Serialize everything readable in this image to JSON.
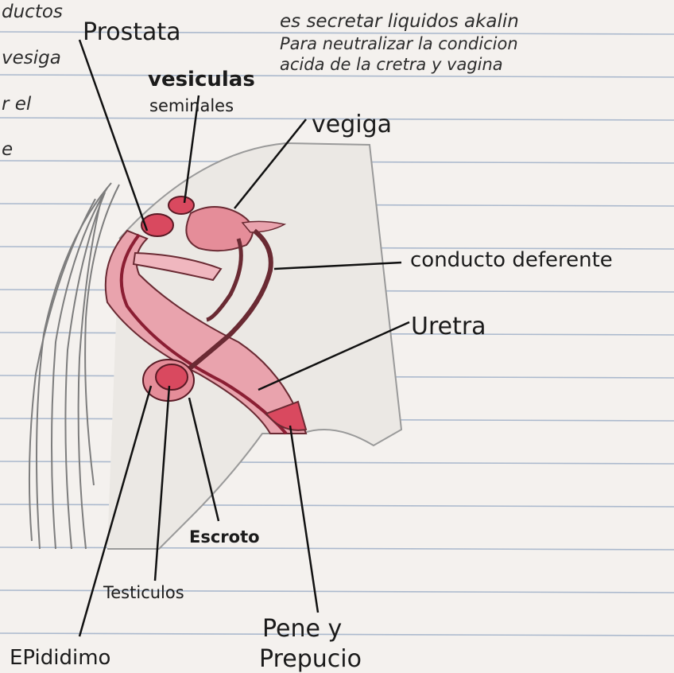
{
  "notes": {
    "top_left_lines": [
      "ductos",
      "vesiga",
      "r el",
      "e"
    ],
    "top_right_lines": [
      "es secretar liquidos akalin",
      "Para neutralizar la condicion",
      "acida de la cretra y vagina"
    ]
  },
  "labels": {
    "prostata": "Prostata",
    "vesiculas_line1": "vesiculas",
    "vesiculas_line2": "seminales",
    "vegiga": "vegiga",
    "conducto_deferente": "conducto deferente",
    "uretra": "Uretra",
    "escroto": "Escroto",
    "testiculos": "Testiculos",
    "epididimo": "EPididimo",
    "pene_line1": "Pene y",
    "pene_line2": "Prepucio"
  },
  "colors": {
    "paper": "#f4f1ee",
    "rule_line": "#9fb0c8",
    "ink": "#1b1b1b",
    "organ_pink": "#e9a3ad",
    "organ_red": "#d9495f",
    "pencil_gray": "#8a8a8a"
  }
}
